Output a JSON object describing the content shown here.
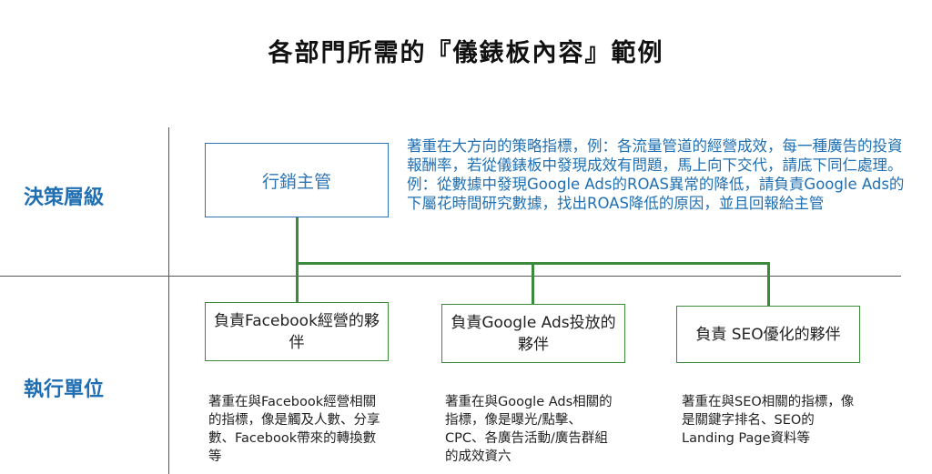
{
  "title": "各部門所需的『儀錶板內容』範例",
  "levels": {
    "decision": "決策層級",
    "execution": "執行單位"
  },
  "manager": {
    "label": "行銷主管",
    "description": "著重在大方向的策略指標，例：各流量管道的經營成效，每一種廣告的投資報酬率，若從儀錶板中發現成效有問題，馬上向下交代，請底下同仁處理。例：從數據中發現Google Ads的ROAS異常的降低，請負責Google Ads的下屬花時間研究數據，找出ROAS降低的原因，並且回報給主管"
  },
  "units": [
    {
      "label": "負責Facebook經營的夥伴",
      "description": "著重在與Facebook經營相關的指標，像是觸及人數、分享數、Facebook帶來的轉換數等"
    },
    {
      "label": "負責Google Ads投放的夥伴",
      "description": "著重在與Google Ads相關的指標，像是曝光/點擊、CPC、各廣告活動/廣告群組的成效資六"
    },
    {
      "label": "負責 SEO優化的夥伴",
      "description": "著重在與SEO相關的指標，像是關鍵字排名、SEO的Landing Page資料等"
    }
  ],
  "colors": {
    "blue": "#2e75b6",
    "green": "#3c8b3c"
  }
}
